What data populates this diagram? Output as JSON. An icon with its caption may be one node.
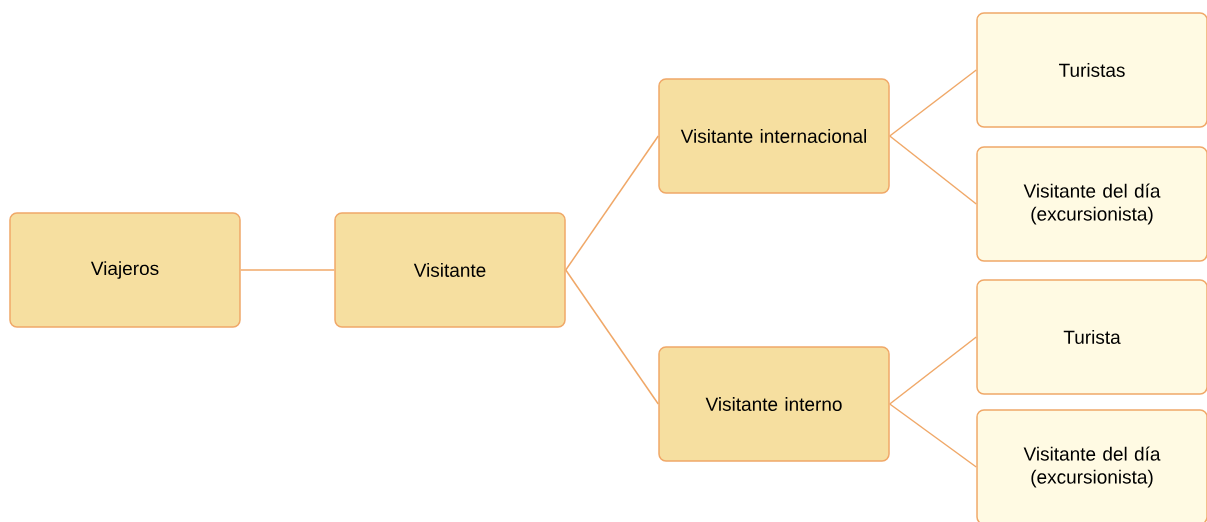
{
  "diagram": {
    "nodes": [
      {
        "text": [
          "Viajeros"
        ]
      },
      {
        "text": [
          "Visitante"
        ]
      },
      {
        "text": [
          "Visitante internacional"
        ]
      },
      {
        "text": [
          "Visitante interno"
        ]
      },
      {
        "text": [
          "Turistas"
        ]
      },
      {
        "text": [
          "Visitante del día (excursionista)"
        ]
      },
      {
        "text": [
          "Turista"
        ]
      },
      {
        "text": [
          "Visitante del día (excursionista)"
        ]
      }
    ],
    "edges": [
      {
        "from": 0,
        "to": 1,
        "arrow": "none"
      },
      {
        "from": 1,
        "to": 2,
        "arrow": "none"
      },
      {
        "from": 1,
        "to": 3,
        "arrow": "none"
      },
      {
        "from": 2,
        "to": 4,
        "arrow": "none"
      },
      {
        "from": 2,
        "to": 5,
        "arrow": "none"
      },
      {
        "from": 3,
        "to": 6,
        "arrow": "none"
      },
      {
        "from": 3,
        "to": 7,
        "arrow": "none"
      }
    ]
  }
}
